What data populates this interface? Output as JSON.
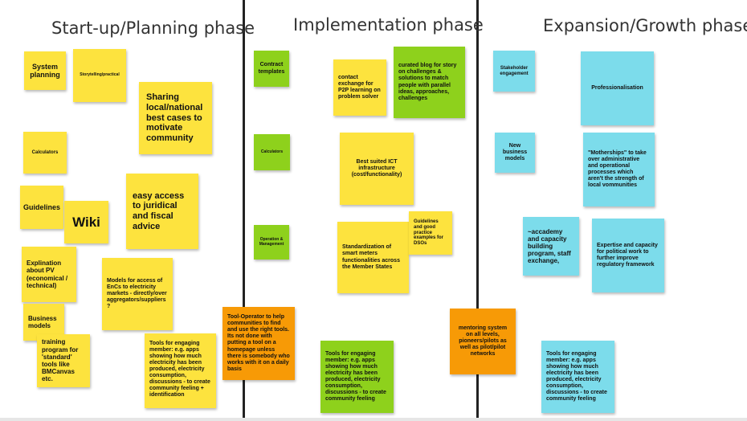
{
  "phases": {
    "startup": "Start-up/Planning phase",
    "implementation": "Implementation phase",
    "expansion": "Expansion/Growth phase"
  },
  "startup_notes": {
    "system_planning": "System planning",
    "storytelling": "Storytelling/practical",
    "sharing_cases": "Sharing local/national best cases to motivate community",
    "calculators": "Calculators",
    "guidelines": "Guidelines",
    "wiki": "Wiki",
    "juridical": "easy access to juridical and fiscal advice",
    "explanation_pv": "Explination about PV (economical / technical)",
    "models_access": "Models for access of EnCs to electricity markets - directly/over aggregators/suppliers ?",
    "business_models": "Business models",
    "training": "training program for 'standard' tools like BMCanvas etc.",
    "tools_engaging": "Tools for engaging member: e.g. apps showing how much electricity has been produced, electricity consumption, discussions - to create community feeling + identification"
  },
  "implementation_notes": {
    "contract_templates": "Contract templates",
    "contact_exchange": "contact exchange for P2P learning on problem solver",
    "curated_blog": "curated blog for story on challenges & solutions to match people with parallel ideas, approaches, challenges",
    "calculators": "Calculators",
    "ict": "Best suited ICT infrastructure (cost/functionality)",
    "operation": "Operation & Management",
    "standardization": "Standardization of smart meters functionalities across the Member States",
    "guidelines_dso": "Guidelines and good practice examples for DSOs",
    "tool_operator": "Tool-Operator to help communities to find and use the right tools. Its not done with putting a tool on a homepage unless there is somebody who works with it on a daily basis",
    "tools_engaging": "Tools for engaging member: e.g. apps showing how much electricity has been produced, electricity consumption, discussions - to create community feeling"
  },
  "expansion_notes": {
    "stakeholder": "Stakeholder engagement",
    "professionalisation": "Professionalisation",
    "new_business": "New business models",
    "motherships": "\"Motherships\" to take over administrative and operational processes which aren't the strength of local vommunities",
    "mentoring": "mentoring system on all levels, pioneers/pilots as well as pilot/pilot networks",
    "academy": "~accademy and capacity building program, staff exchange,",
    "expertise": "Expertise and capacity for political work to further improve regulatory framework",
    "tools_engaging": "Tools for engaging member: e.g. apps showing how much electricity has been produced, electricity consumption, discussions - to create community feeling"
  },
  "colors": {
    "yellow": "#fde33e",
    "green": "#8ed11c",
    "blue": "#7cdceb",
    "orange": "#f79a06",
    "divider": "#222222"
  }
}
